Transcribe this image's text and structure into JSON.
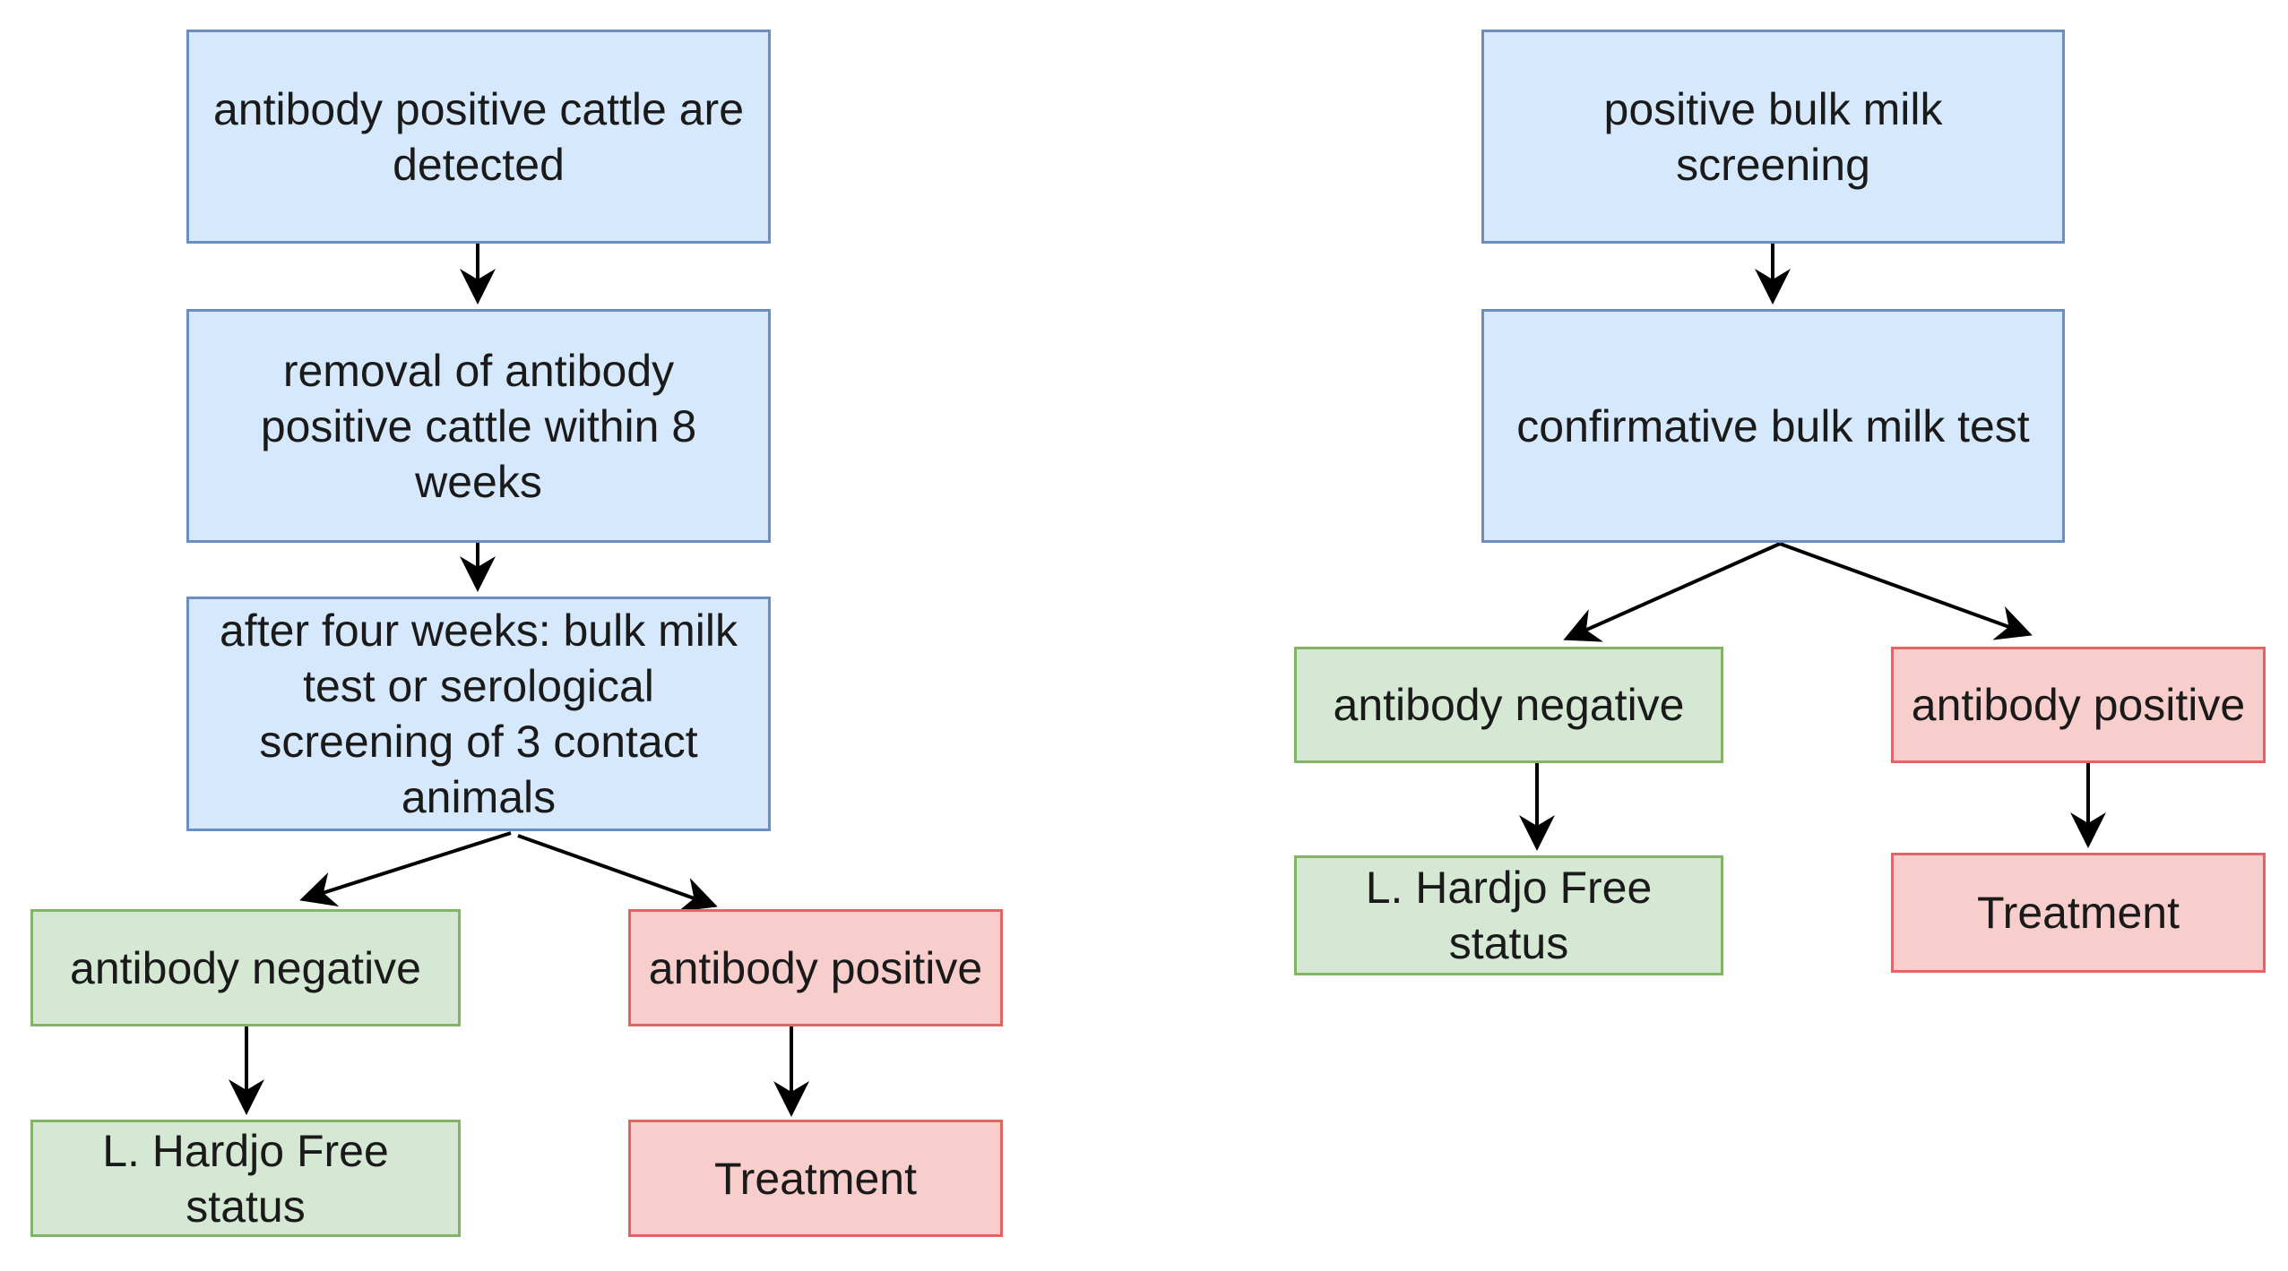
{
  "colors": {
    "process_fill": "#d6e8fb",
    "process_border": "#6c8ebf",
    "negative_fill": "#d5e8d4",
    "negative_border": "#82b366",
    "positive_fill": "#f8cecc",
    "positive_border": "#e06666"
  },
  "left_flow": {
    "detected": "antibody positive cattle are detected",
    "removal": "removal of antibody positive cattle within 8 weeks",
    "after_four_weeks": "after four weeks: bulk milk test or serological screening of 3 contact animals",
    "negative": "antibody negative",
    "positive": "antibody positive",
    "free_status": "L. Hardjo Free status",
    "treatment": "Treatment"
  },
  "right_flow": {
    "screening": "positive bulk milk screening",
    "confirmative": "confirmative bulk milk test",
    "negative": "antibody negative",
    "positive": "antibody positive",
    "free_status": "L. Hardjo Free status",
    "treatment": "Treatment"
  }
}
